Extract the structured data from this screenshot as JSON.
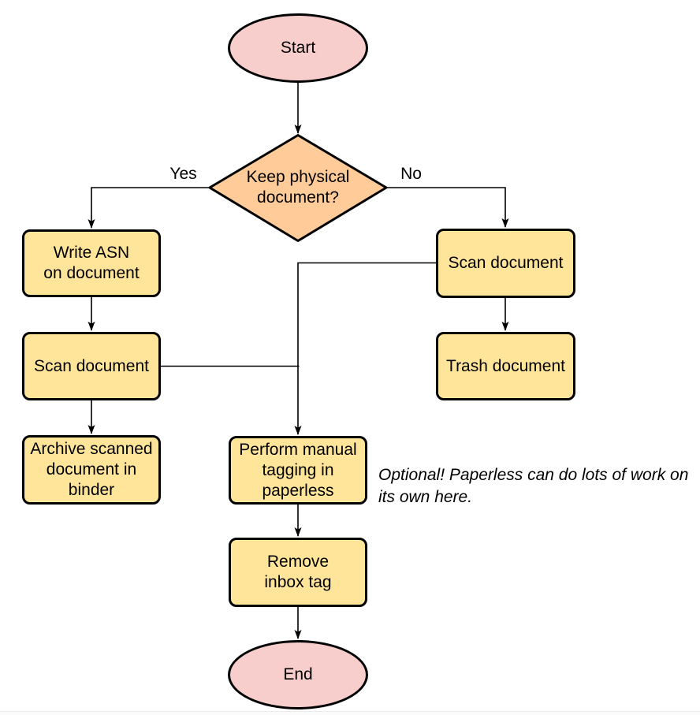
{
  "diagram": {
    "type": "flowchart",
    "nodes": {
      "start": "Start",
      "decision": "Keep physical\ndocument?",
      "write_asn": "Write ASN\non document",
      "scan_left": "Scan document",
      "archive": "Archive scanned\ndocument in\nbinder",
      "scan_right": "Scan document",
      "trash": "Trash document",
      "tagging": "Perform manual\ntagging in\npaperless",
      "remove_inbox": "Remove\ninbox tag",
      "end": "End"
    },
    "edge_labels": {
      "yes": "Yes",
      "no": "No"
    },
    "annotation": "Optional! Paperless can do lots of work on\nits own here.",
    "colors": {
      "terminal_fill": "#f8cecc",
      "decision_fill": "#ffcc99",
      "process_fill": "#ffe599",
      "stroke": "#000000",
      "text": "#000000"
    }
  }
}
